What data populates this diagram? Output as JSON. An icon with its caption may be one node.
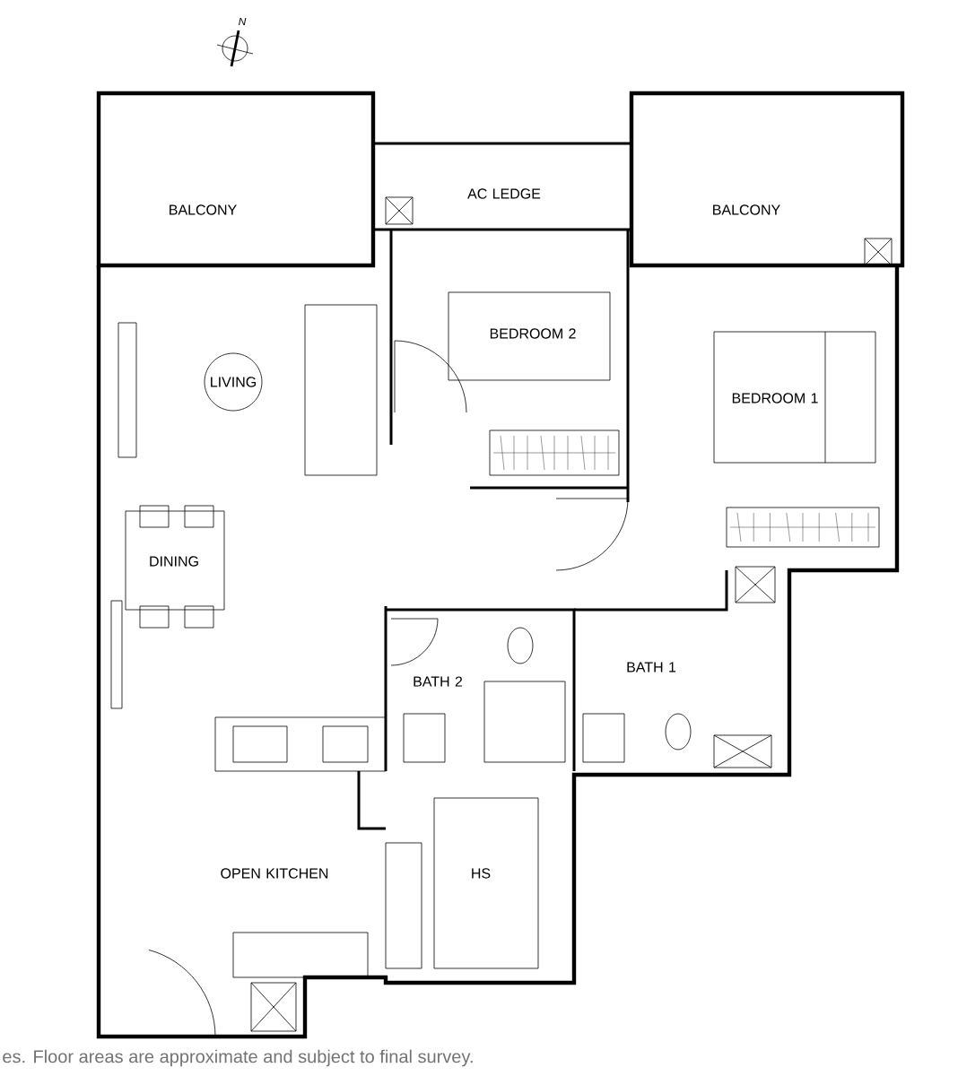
{
  "diagram": {
    "labels": [
      "N",
      "BALCONY",
      "AC LEDGE",
      "BALCONY",
      "LIVING",
      "BEDROOM 2",
      "BEDROOM 1",
      "DINING",
      "BATH 2",
      "BATH 1",
      "OPEN KITCHEN",
      "HS",
      "es. Floor areas are approximate and subject to final survey."
    ]
  }
}
